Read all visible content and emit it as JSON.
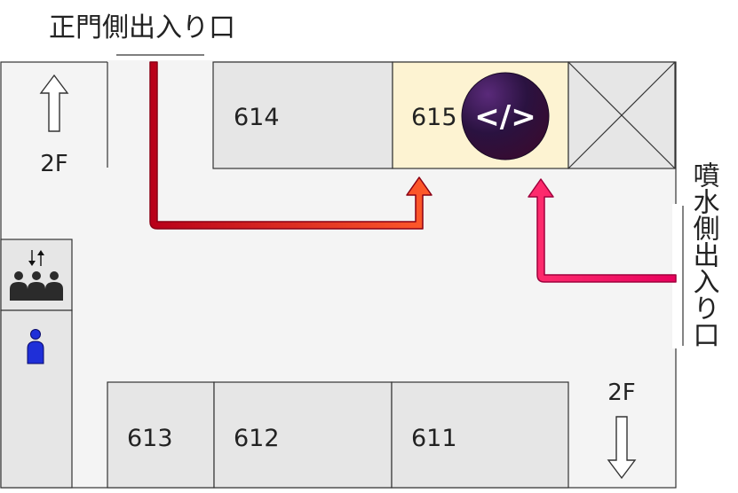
{
  "entrances": {
    "main": "正門側出入り口",
    "fountain": "噴水側出入り口"
  },
  "floors": {
    "up": "2F",
    "down": "2F"
  },
  "rooms": {
    "r614": "614",
    "r615": "615",
    "r613": "613",
    "r612": "612",
    "r611": "611"
  },
  "logo": {
    "text": "</>"
  },
  "colors": {
    "highlight_room": "#fdf3d2",
    "room_fill": "#e6e6e6",
    "floor_fill": "#f4f4f4",
    "path_start": "#c00020",
    "path_end": "#ff5a2a",
    "path2_start": "#e4006a",
    "path2_end": "#ff2e6e",
    "person": "#1f2fd8"
  }
}
